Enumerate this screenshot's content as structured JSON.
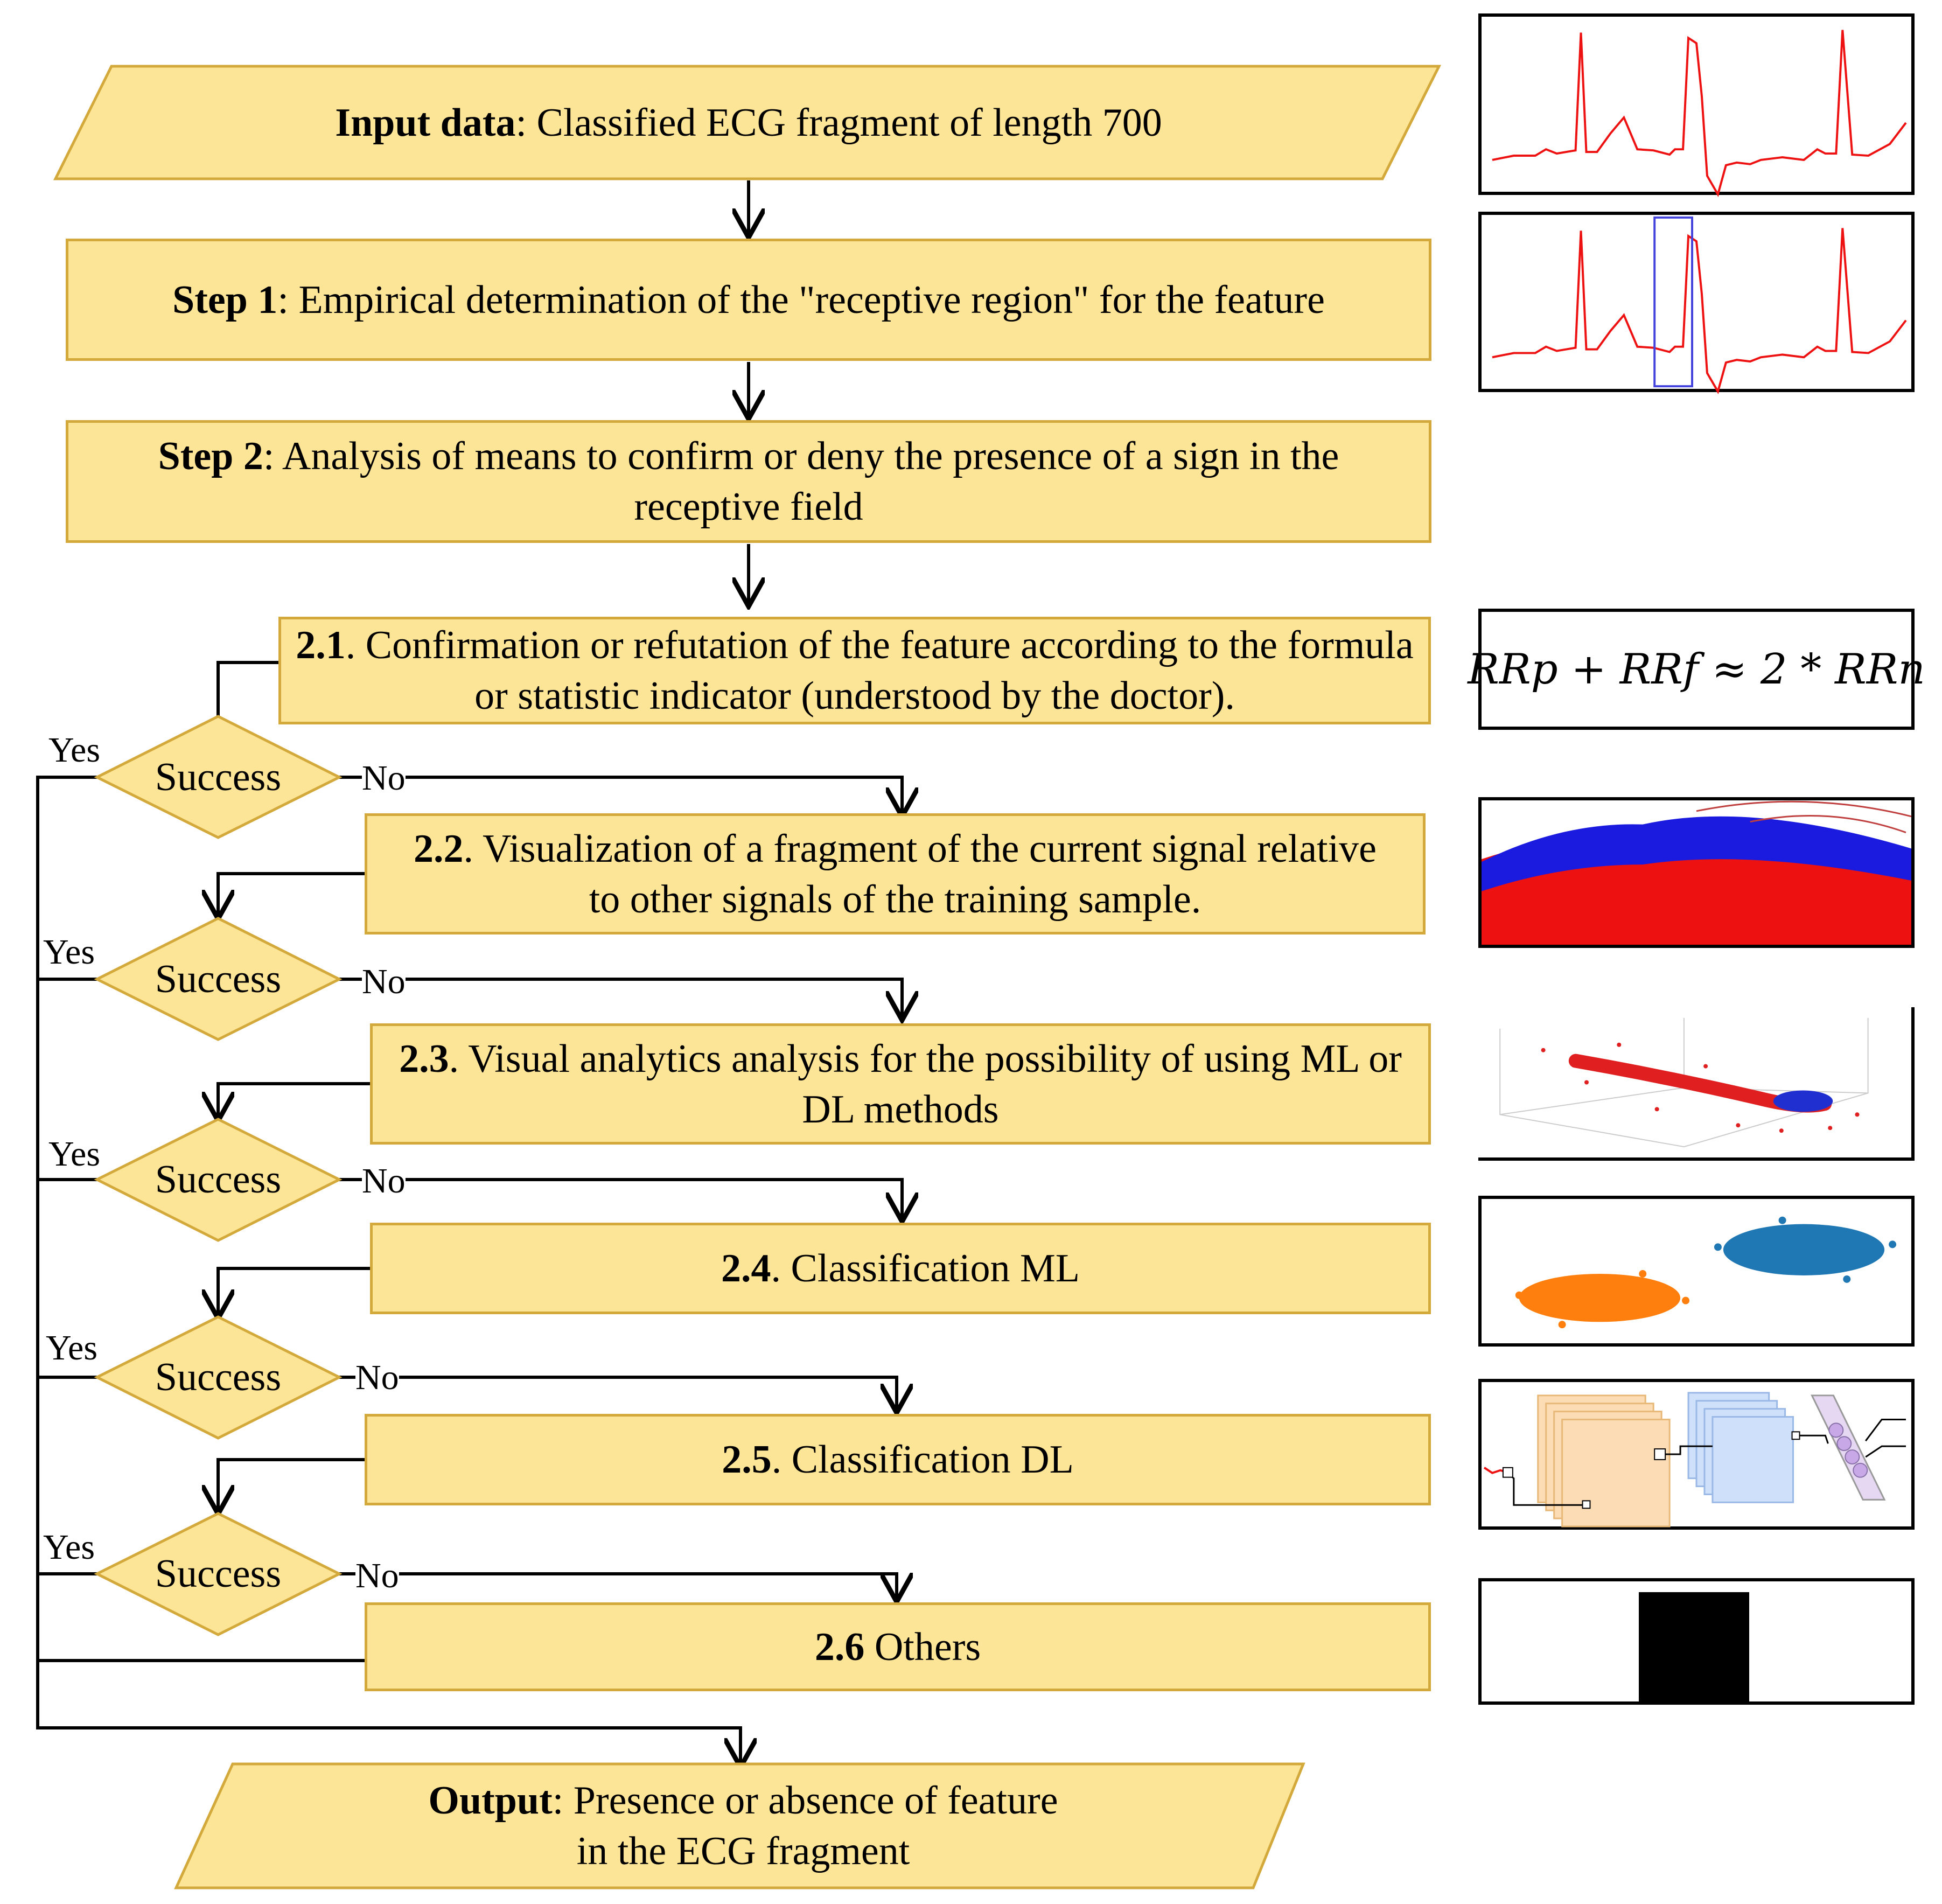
{
  "input": {
    "bold": "Input data",
    "text": ": Classified ECG fragment of length 700"
  },
  "step1": {
    "bold": "Step 1",
    "text": ": Empirical determination of the \"receptive region\" for the feature"
  },
  "step2": {
    "bold": "Step 2",
    "text": ": Analysis of means to confirm or deny the presence of a sign in the receptive field"
  },
  "s21": {
    "bold": "2.1",
    "text": ". Confirmation or refutation of the feature according to the formula or statistic indicator (understood by the doctor)."
  },
  "s22": {
    "bold": "2.2",
    "text": ". Visualization of a fragment of the current signal relative to other signals of the training sample."
  },
  "s23": {
    "bold": "2.3",
    "text": ". Visual analytics analysis for the possibility of using ML or DL methods"
  },
  "s24": {
    "bold": "2.4",
    "text": ". Classification ML"
  },
  "s25": {
    "bold": "2.5",
    "text": ". Classification DL"
  },
  "s26": {
    "bold": "2.6",
    "text": " Others"
  },
  "output": {
    "bold": "Output",
    "text": ": Presence or absence of feature",
    "line2": "in the ECG fragment"
  },
  "decision": "Success",
  "yes": "Yes",
  "no": "No",
  "formula": "RRp + RRf ≈ 2 * RRn",
  "colors": {
    "box_fill": "#fde597",
    "box_stroke": "#d4a93c",
    "ecg": "#ee1111",
    "receptive": "#4444dd",
    "cluster_a": "#ff7f0e",
    "cluster_b": "#1f77b4"
  }
}
